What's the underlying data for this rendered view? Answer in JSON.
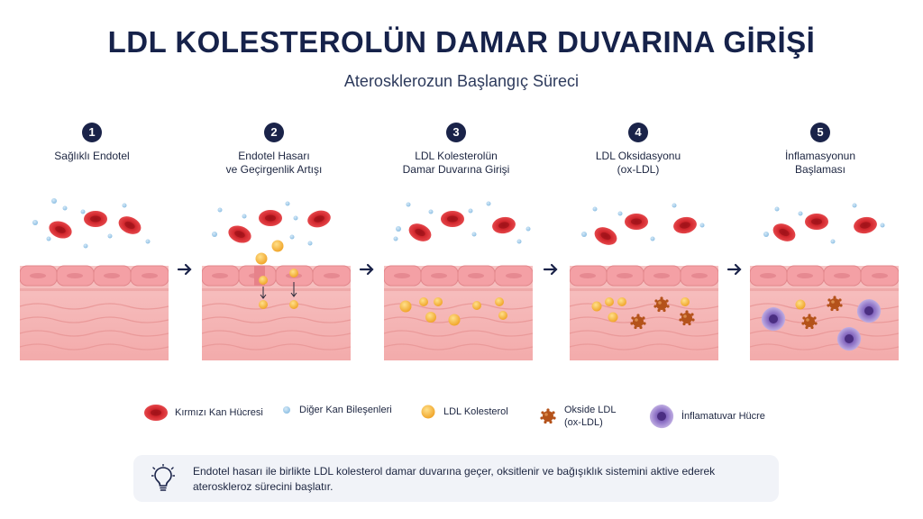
{
  "title": "LDL KOLESTEROLÜN DAMAR DUVARINA GİRİŞİ",
  "subtitle": "Ateroskleroz​un Başlangıç Süreci",
  "steps": [
    {
      "number": "1",
      "title": "Sağlıklı Endotel"
    },
    {
      "number": "2",
      "title": "Endotel Hasarı\nve Geçirgenlik Artışı"
    },
    {
      "number": "3",
      "title": "LDL Kolesterolün\nDamar Duvarına Girişi"
    },
    {
      "number": "4",
      "title": "LDL Oksidasyonu\n(ox-LDL)"
    },
    {
      "number": "5",
      "title": "İnflamasyonun\nBaşlaması"
    }
  ],
  "legend": [
    {
      "label": "Kırmızı Kan Hücresi",
      "icon": "red-blood-cell-icon"
    },
    {
      "label": "Diğer Kan Bileşenleri",
      "icon": "blood-component-icon"
    },
    {
      "label": "LDL Kolesterol",
      "icon": "ldl-icon"
    },
    {
      "label": "Okside LDL\n(ox-LDL)",
      "icon": "oxidized-ldl-icon"
    },
    {
      "label": "İnflamatuvar Hücre",
      "icon": "inflammatory-cell-icon"
    }
  ],
  "note": {
    "icon": "lightbulb-icon",
    "text": "Endotel hasarı ile birlikte LDL kolesterol damar duvarına geçer, oksitlenir ve bağışıklık sistemini aktive ederek ateroskleroz sürecini başlatır."
  },
  "colors": {
    "title": "#16224a",
    "rbc": "#d42a30",
    "ldl": "#f4b43a",
    "oxldl": "#b4521a",
    "inflammatory": "#8b6fc4",
    "tissue": "#f6b6b6"
  }
}
